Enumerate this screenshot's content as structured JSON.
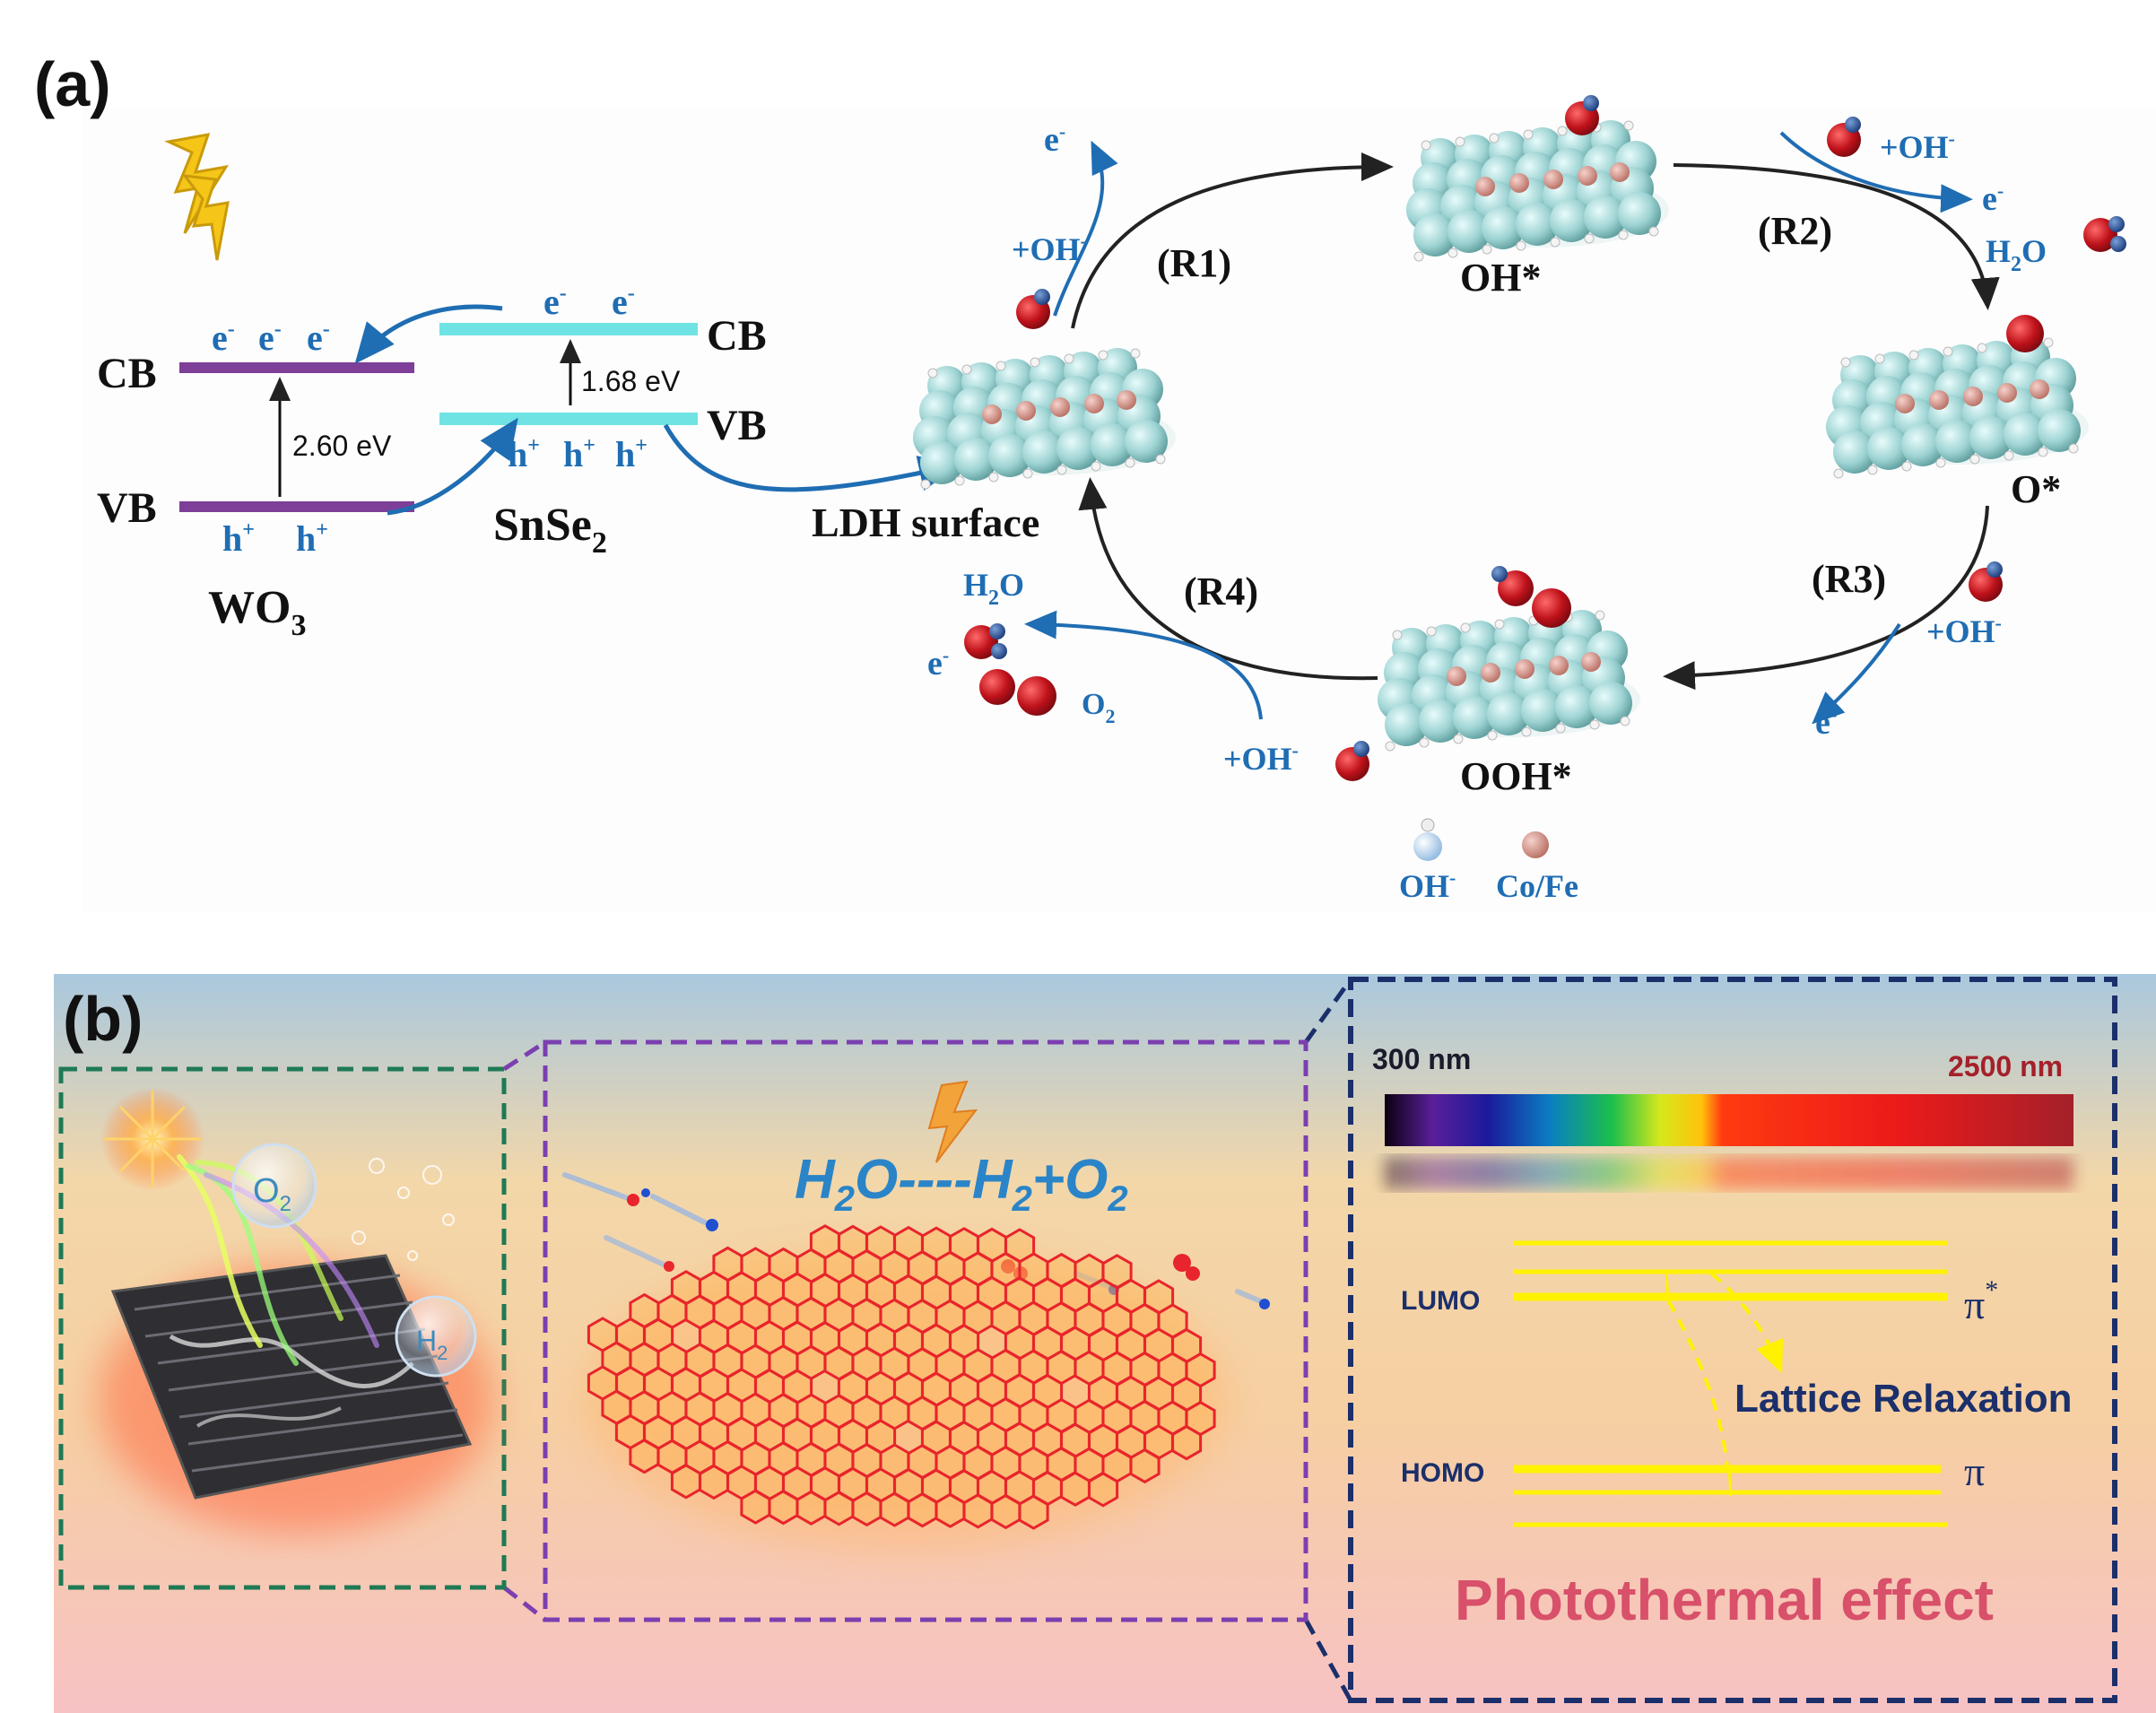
{
  "panel_a": {
    "label": "(a)",
    "wo3": {
      "cb": "CB",
      "vb": "VB",
      "name": "WO",
      "sub": "3",
      "gap": "2.60 eV",
      "e": "e",
      "h": "h"
    },
    "snse2": {
      "cb": "CB",
      "vb": "VB",
      "name": "SnSe",
      "sub": "2",
      "gap": "1.68 eV"
    },
    "ldh_surface": "LDH surface",
    "steps": {
      "r1": "(R1)",
      "r2": "(R2)",
      "r3": "(R3)",
      "r4": "(R4)"
    },
    "intermediates": {
      "oh": "OH*",
      "o": "O*",
      "ooh": "OOH*"
    },
    "species": {
      "oh_plus": "+OH",
      "electron": "e",
      "h2o": "H",
      "h2o_o": "O",
      "h2o_sub": "2",
      "o2": "O",
      "o2_sub": "2"
    },
    "legend": {
      "oh": "OH",
      "cofe": "Co/Fe"
    },
    "colors": {
      "wo3_band": "#7e3f98",
      "snse2_band": "#6fe3e3",
      "label_blue": "#1f6db3",
      "atom_red": "#c0121b",
      "atom_teal": "#9ed3d3",
      "atom_pink": "#d8958a"
    }
  },
  "panel_b": {
    "label": "(b)",
    "bubble_o2": "O",
    "bubble_o2_sub": "2",
    "bubble_h2": "H",
    "bubble_h2_sub": "2",
    "equation": {
      "p1": "H",
      "s1": "2",
      "p2": "O----H",
      "s2": "2",
      "p3": "+O",
      "s3": "2"
    },
    "spectrum_start": "300 nm",
    "spectrum_end": "2500 nm",
    "lumo": "LUMO",
    "homo": "HOMO",
    "pi_star": "π",
    "pi_star_sup": "*",
    "pi": "π",
    "lattice_relaxation": "Lattice Relaxation",
    "photothermal": "Photothermal effect",
    "colors": {
      "green_box": "#1f7a55",
      "purple_box": "#7b3fb0",
      "navy_box": "#1b2f6b",
      "level_yellow": "#fff200",
      "photothermal_text": "#d8506a",
      "equation_blue": "#2a84c8"
    }
  }
}
